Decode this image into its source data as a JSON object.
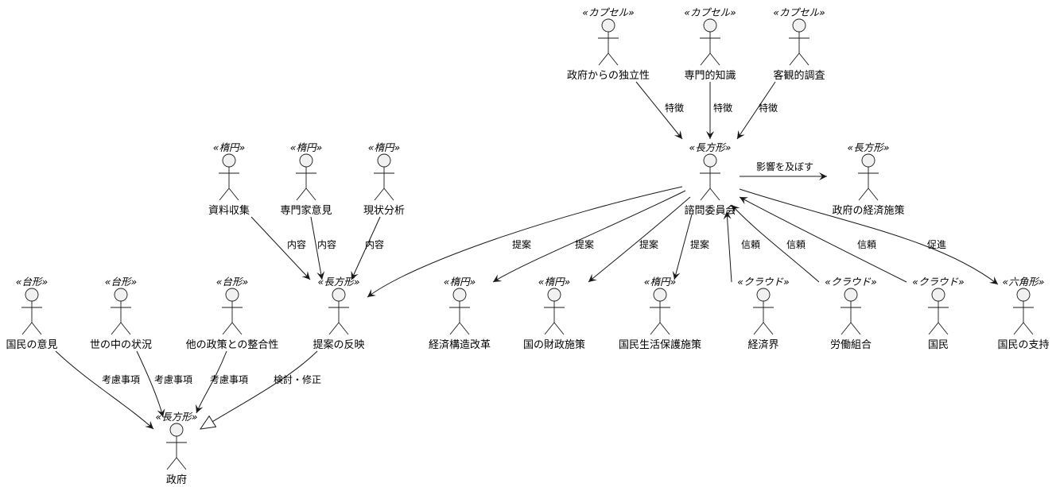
{
  "actors": {
    "a1": {
      "stereotype": "«カプセル»",
      "name": "政府からの独立性"
    },
    "a2": {
      "stereotype": "«カプセル»",
      "name": "専門的知識"
    },
    "a3": {
      "stereotype": "«カプセル»",
      "name": "客観的調査"
    },
    "a4": {
      "stereotype": "«楕円»",
      "name": "資料収集"
    },
    "a5": {
      "stereotype": "«楕円»",
      "name": "専門家意見"
    },
    "a6": {
      "stereotype": "«楕円»",
      "name": "現状分析"
    },
    "a7": {
      "stereotype": "«長方形»",
      "name": "諮問委員会"
    },
    "a8": {
      "stereotype": "«長方形»",
      "name": "政府の経済施策"
    },
    "a9": {
      "stereotype": "«台形»",
      "name": "国民の意見"
    },
    "a10": {
      "stereotype": "«台形»",
      "name": "世の中の状況"
    },
    "a11": {
      "stereotype": "«台形»",
      "name": "他の政策との整合性"
    },
    "a12": {
      "stereotype": "«長方形»",
      "name": "提案の反映"
    },
    "a13": {
      "stereotype": "«楕円»",
      "name": "経済構造改革"
    },
    "a14": {
      "stereotype": "«楕円»",
      "name": "国の財政施策"
    },
    "a15": {
      "stereotype": "«楕円»",
      "name": "国民生活保護施策"
    },
    "a16": {
      "stereotype": "«クラウド»",
      "name": "経済界"
    },
    "a17": {
      "stereotype": "«クラウド»",
      "name": "労働組合"
    },
    "a18": {
      "stereotype": "«クラウド»",
      "name": "国民"
    },
    "a19": {
      "stereotype": "«六角形»",
      "name": "国民の支持"
    },
    "a20": {
      "stereotype": "«長方形»",
      "name": "政府"
    }
  },
  "edges": {
    "e1": {
      "from": "政府からの独立性",
      "to": "諮問委員会",
      "label": "特徴"
    },
    "e2": {
      "from": "専門的知識",
      "to": "諮問委員会",
      "label": "特徴"
    },
    "e3": {
      "from": "客観的調査",
      "to": "諮問委員会",
      "label": "特徴"
    },
    "e4": {
      "from": "諮問委員会",
      "to": "政府の経済施策",
      "label": "影響を及ぼす"
    },
    "e5": {
      "from": "資料収集",
      "to": "提案の反映",
      "label": "内容"
    },
    "e6": {
      "from": "専門家意見",
      "to": "提案の反映",
      "label": "内容"
    },
    "e7": {
      "from": "現状分析",
      "to": "提案の反映",
      "label": "内容"
    },
    "e8": {
      "from": "諮問委員会",
      "to": "提案の反映",
      "label": "提案"
    },
    "e9": {
      "from": "諮問委員会",
      "to": "経済構造改革",
      "label": "提案"
    },
    "e10": {
      "from": "諮問委員会",
      "to": "国の財政施策",
      "label": "提案"
    },
    "e11": {
      "from": "諮問委員会",
      "to": "国民生活保護施策",
      "label": "提案"
    },
    "e12": {
      "from": "経済界",
      "to": "諮問委員会",
      "label": "信頼"
    },
    "e13": {
      "from": "労働組合",
      "to": "諮問委員会",
      "label": "信頼"
    },
    "e14": {
      "from": "国民",
      "to": "諮問委員会",
      "label": "信頼"
    },
    "e15": {
      "from": "諮問委員会",
      "to": "国民の支持",
      "label": "促進"
    },
    "e16": {
      "from": "国民の意見",
      "to": "政府",
      "label": "考慮事項"
    },
    "e17": {
      "from": "世の中の状況",
      "to": "政府",
      "label": "考慮事項"
    },
    "e18": {
      "from": "他の政策との整合性",
      "to": "政府",
      "label": "考慮事項"
    },
    "e19": {
      "from": "提案の反映",
      "to": "政府",
      "label": "検討・修正"
    }
  }
}
